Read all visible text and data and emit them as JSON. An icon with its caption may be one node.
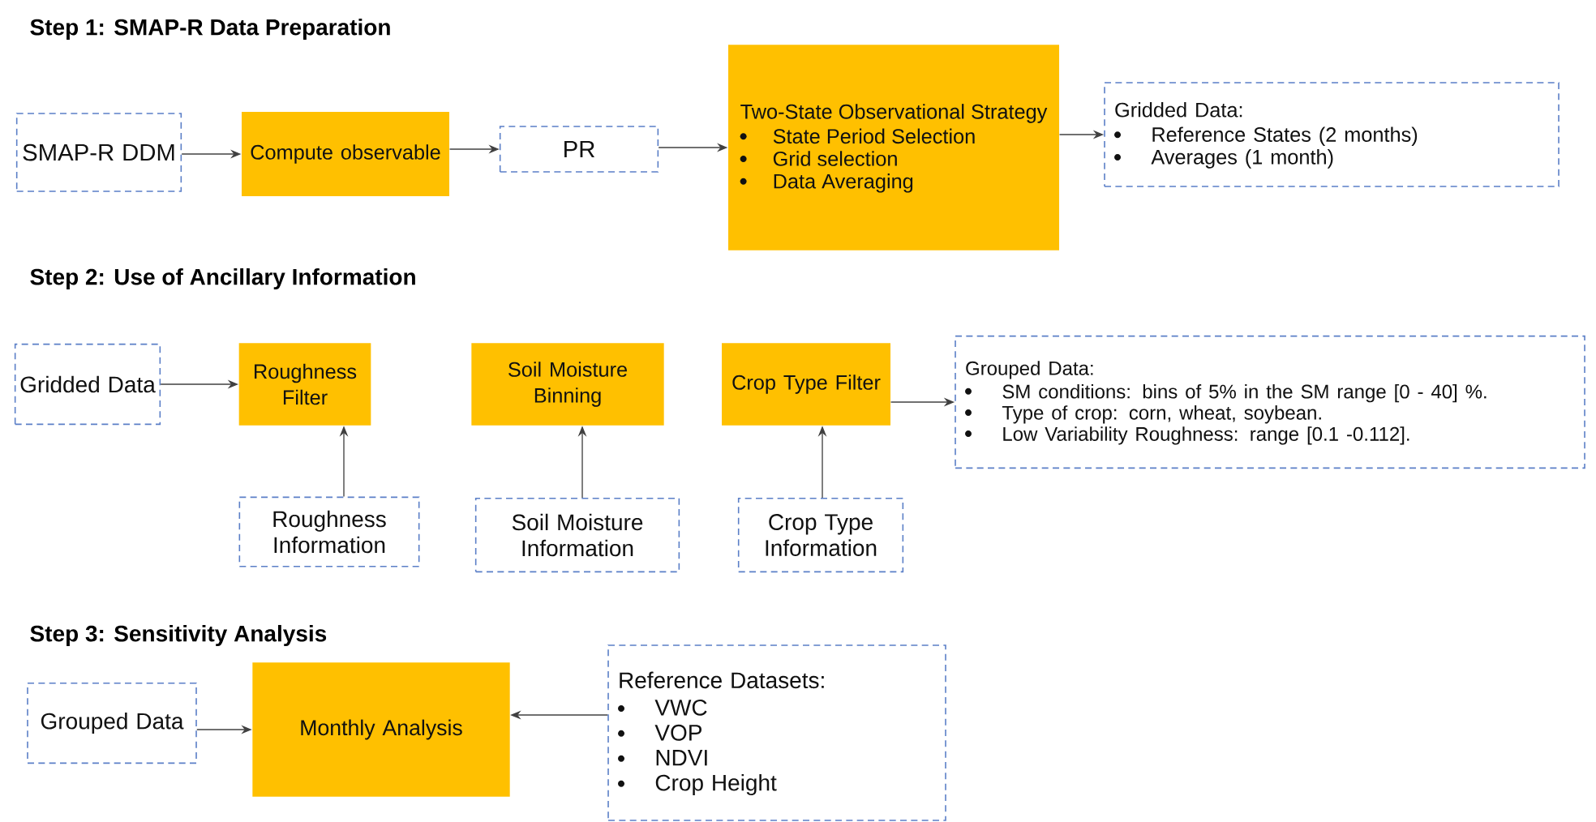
{
  "diagram": {
    "nodes": [
      {
        "text": [
          "SMAP-R DDM"
        ]
      },
      {
        "text": [
          "Compute observable"
        ]
      },
      {
        "text": [
          "PR"
        ]
      },
      {
        "text": [
          "Two-State Observational Strategy",
          "State Period Selection",
          "Grid selection",
          "Data Averaging"
        ]
      },
      {
        "text": [
          "Gridded Data:",
          "Reference States (2 months)",
          "Averages (1 month)"
        ]
      },
      {
        "text": [
          "Gridded Data"
        ]
      },
      {
        "text": [
          "Roughness Filter"
        ]
      },
      {
        "text": [
          "Soil Moisture Binning"
        ]
      },
      {
        "text": [
          "Crop Type Filter"
        ]
      },
      {
        "text": [
          "Grouped Data:",
          "SM conditions: bins of 5% in the SM range [0 - 40] %.",
          "Type of crop: corn, wheat, soybean.",
          "Low Variability Roughness: range [0.1 -0.112]."
        ]
      },
      {
        "text": [
          "Roughness Information"
        ]
      },
      {
        "text": [
          "Soil Moisture Information"
        ]
      },
      {
        "text": [
          "Crop Type Information"
        ]
      },
      {
        "text": [
          "Grouped Data"
        ]
      },
      {
        "text": [
          "Monthly Analysis"
        ]
      },
      {
        "text": [
          "Reference Datasets:",
          "VWC",
          "VOP",
          "NDVI",
          "Crop Height"
        ]
      }
    ],
    "edges": [
      {
        "from": 0,
        "to": 1,
        "arrow": "to"
      },
      {
        "from": 1,
        "to": 2,
        "arrow": "to"
      },
      {
        "from": 2,
        "to": 3,
        "arrow": "to"
      },
      {
        "from": 3,
        "to": 4,
        "arrow": "to"
      },
      {
        "from": 5,
        "to": 6,
        "arrow": "to"
      },
      {
        "from": 8,
        "to": 9,
        "arrow": "to"
      },
      {
        "from": 10,
        "to": 6,
        "arrow": "to"
      },
      {
        "from": 11,
        "to": 7,
        "arrow": "to"
      },
      {
        "from": 12,
        "to": 8,
        "arrow": "to"
      },
      {
        "from": 13,
        "to": 14,
        "arrow": "to"
      },
      {
        "from": 15,
        "to": 14,
        "arrow": "to"
      }
    ],
    "labels": [
      "Step 1: SMAP-R Data Preparation",
      "Step 2: Use of Ancillary Information",
      "Step 3: Sensitivity Analysis"
    ]
  }
}
